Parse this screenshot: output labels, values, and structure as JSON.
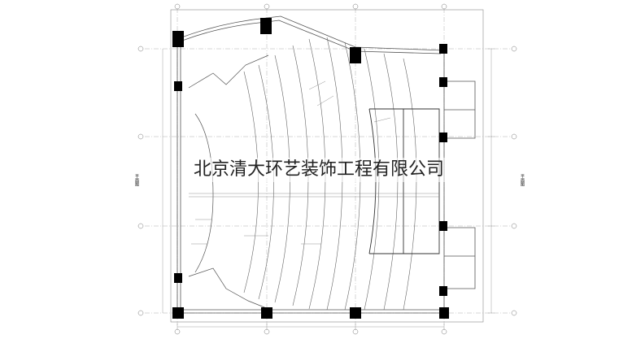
{
  "watermark": "北京清大环艺装饰工程有限公司",
  "side_label_left": "平面图",
  "side_label_right": "平面图",
  "colors": {
    "line": "#6a6a6a",
    "column": "#000000",
    "background": "#ffffff"
  },
  "column_count": 14,
  "row_count_seating": 9
}
